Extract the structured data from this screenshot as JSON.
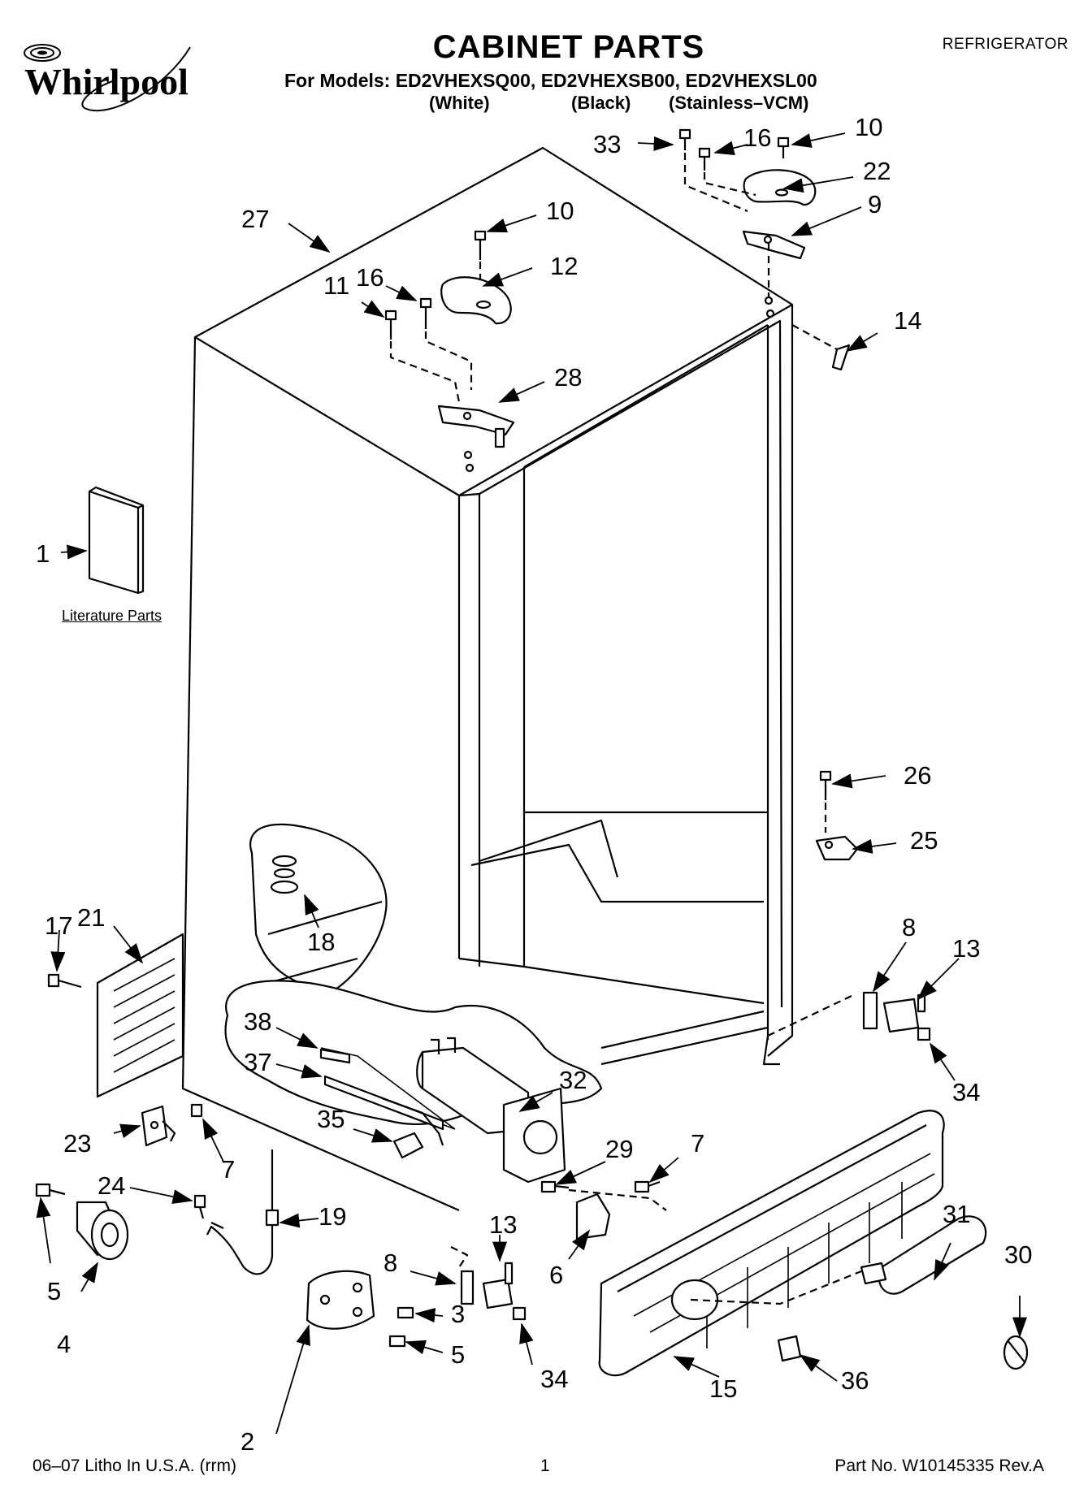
{
  "brand": "Whirlpool",
  "title": "CABINET PARTS",
  "product_type": "REFRIGERATOR",
  "models_line": "For Models: ED2VHEXSQ00, ED2VHEXSB00, ED2VHEXSL00",
  "variants": [
    "(White)",
    "(Black)",
    "(Stainless–VCM)"
  ],
  "literature_label": "Literature Parts",
  "footer": {
    "left": "06–07 Litho In U.S.A. (rrm)",
    "page": "1",
    "right": "Part No. W10145335 Rev.A"
  },
  "callouts": {
    "c33": "33",
    "c16a": "16",
    "c10a": "10",
    "c22": "22",
    "c9": "9",
    "c27": "27",
    "c10b": "10",
    "c12": "12",
    "c11": "11",
    "c16b": "16",
    "c14": "14",
    "c28": "28",
    "c1": "1",
    "c26": "26",
    "c25": "25",
    "c17": "17",
    "c21": "21",
    "c18": "18",
    "c8a": "8",
    "c13a": "13",
    "c38": "38",
    "c37": "37",
    "c32": "32",
    "c34a": "34",
    "c35": "35",
    "c23": "23",
    "c7a": "7",
    "c29": "29",
    "c7b": "7",
    "c24": "24",
    "c19": "19",
    "c31": "31",
    "c13b": "13",
    "c30": "30",
    "c6": "6",
    "c8b": "8",
    "c5a": "5",
    "c4": "4",
    "c3": "3",
    "c5b": "5",
    "c2": "2",
    "c34b": "34",
    "c15": "15",
    "c36": "36"
  }
}
